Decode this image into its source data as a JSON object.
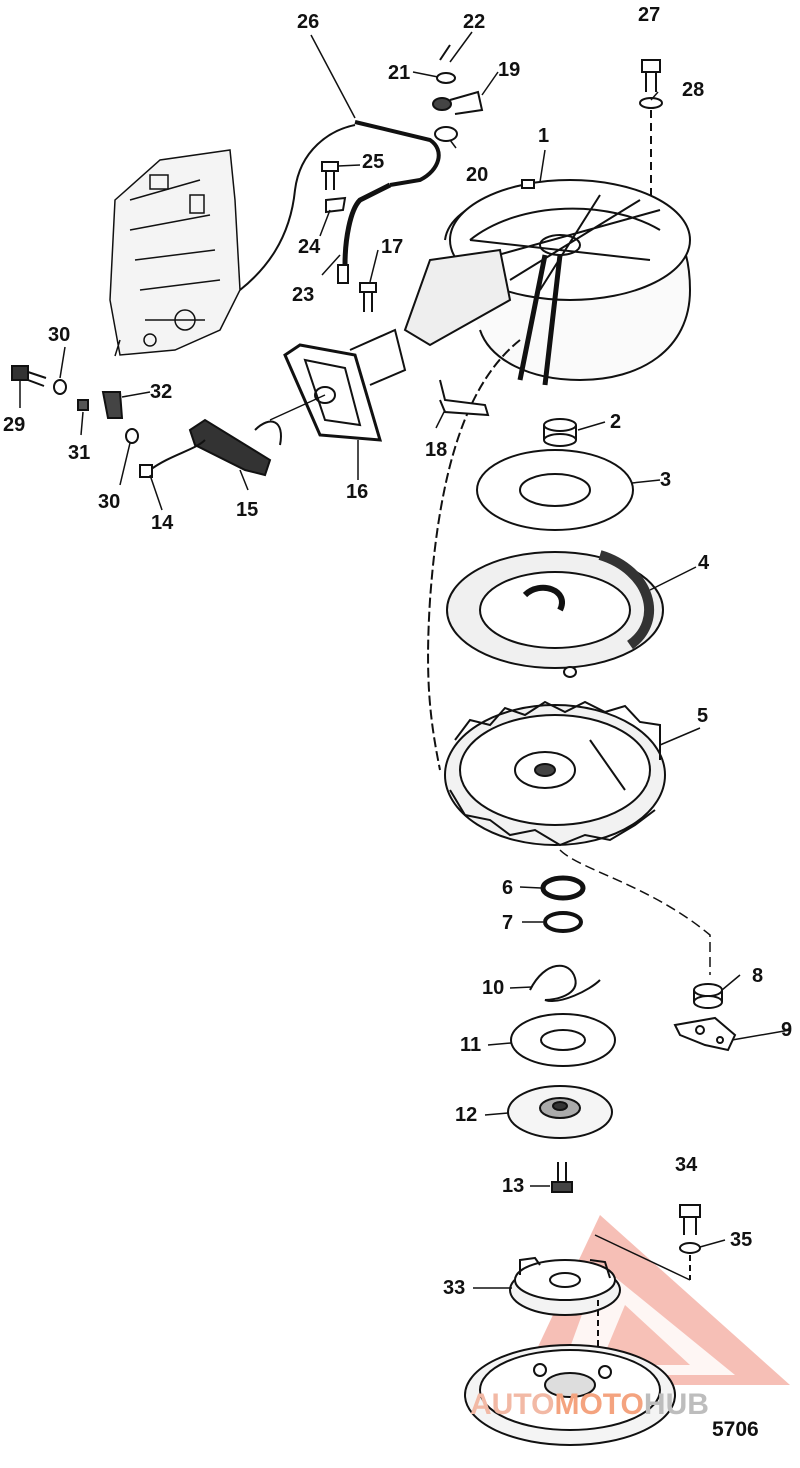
{
  "parts": {
    "p1": "1",
    "p2": "2",
    "p3": "3",
    "p4": "4",
    "p5": "5",
    "p6": "6",
    "p7": "7",
    "p8": "8",
    "p9": "9",
    "p10": "10",
    "p11": "11",
    "p12": "12",
    "p13": "13",
    "p14": "14",
    "p15": "15",
    "p16": "16",
    "p17": "17",
    "p18": "18",
    "p19": "19",
    "p20": "20",
    "p21": "21",
    "p22": "22",
    "p23": "23",
    "p24": "24",
    "p25": "25",
    "p26": "26",
    "p27": "27",
    "p28": "28",
    "p29": "29",
    "p30a": "30",
    "p30b": "30",
    "p31": "31",
    "p32": "32",
    "p33": "33",
    "p34": "34",
    "p35": "35"
  },
  "diagram_code": "5706",
  "watermark": {
    "part1": "AUTO",
    "part2": "MOTO",
    "part3": "HUB"
  },
  "colors": {
    "ink": "#111111",
    "watermark": "#e8725f"
  }
}
